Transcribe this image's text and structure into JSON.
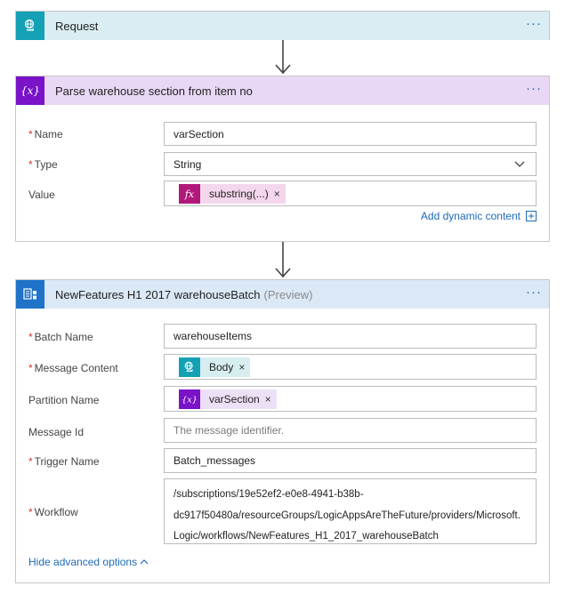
{
  "colors": {
    "request_header": "#d9edf2",
    "request_badge": "#14a1b5",
    "variable_header": "#e9d8f5",
    "variable_badge": "#7a12c8",
    "batch_header": "#dbe8f6",
    "batch_badge": "#1e73c8",
    "expression_badge": "#b0197a",
    "expression_token_bg": "#f4d7ec",
    "link": "#1e6bb8",
    "required": "#d13438"
  },
  "request": {
    "title": "Request",
    "more": "···",
    "icon": "globe-hand-icon"
  },
  "parse": {
    "title": "Parse warehouse section from item no",
    "more": "···",
    "icon": "variable-icon",
    "name_label": "Name",
    "name_value": "varSection",
    "type_label": "Type",
    "type_value": "String",
    "value_label": "Value",
    "value_token": "substring(...)",
    "value_token_icon": "fx-icon",
    "remove": "×",
    "add_dynamic": "Add dynamic content",
    "add_icon": "plus-box-icon"
  },
  "batch": {
    "title": "NewFeatures H1 2017 warehouseBatch",
    "subtitle": "(Preview)",
    "more": "···",
    "icon": "batch-icon",
    "batch_name_label": "Batch Name",
    "batch_name_value": "warehouseItems",
    "message_content_label": "Message Content",
    "message_content_token": "Body",
    "partition_name_label": "Partition Name",
    "partition_name_token": "varSection",
    "remove": "×",
    "message_id_label": "Message Id",
    "message_id_placeholder": "The message identifier.",
    "trigger_name_label": "Trigger Name",
    "trigger_name_value": "Batch_messages",
    "workflow_label": "Workflow",
    "workflow_line1": "/subscriptions/19e52ef2-e0e8-4941-b38b-",
    "workflow_line2": "dc917f50480a/resourceGroups/LogicAppsAreTheFuture/providers/Microsoft.",
    "workflow_line3": "Logic/workflows/NewFeatures_H1_2017_warehouseBatch",
    "hide_advanced": "Hide advanced options"
  }
}
